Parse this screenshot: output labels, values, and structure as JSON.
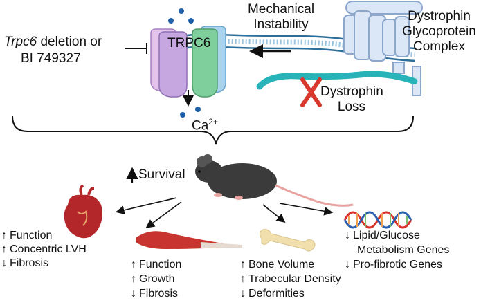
{
  "inhibitor": {
    "gene": "Trpc6",
    "line1_rest": " deletion or",
    "line2": "BI 749327"
  },
  "channel": {
    "label": "TRPC6"
  },
  "calcium": {
    "base": "Ca",
    "charge": "2+"
  },
  "mechanical": {
    "line1": "Mechanical",
    "line2": "Instability"
  },
  "dgc": {
    "line1": "Dystrophin",
    "line2": "Glycoprotein",
    "line3": "Complex"
  },
  "loss": {
    "line1": "Dystrophin",
    "line2": "Loss"
  },
  "survival": {
    "label": "Survival",
    "direction": "up"
  },
  "heart": {
    "items": [
      {
        "direction": "up",
        "text": "Function"
      },
      {
        "direction": "up",
        "text": "Concentric LVH"
      },
      {
        "direction": "down",
        "text": "Fibrosis"
      }
    ]
  },
  "muscle": {
    "items": [
      {
        "direction": "up",
        "text": "Function"
      },
      {
        "direction": "up",
        "text": "Growth"
      },
      {
        "direction": "down",
        "text": "Fibrosis"
      }
    ]
  },
  "bone": {
    "items": [
      {
        "direction": "up",
        "text": "Bone Volume"
      },
      {
        "direction": "up",
        "text": "Trabecular Density"
      },
      {
        "direction": "down",
        "text": "Deformities"
      }
    ]
  },
  "genes": {
    "items": [
      {
        "direction": "down",
        "text": "Lipid/Glucose",
        "cont": "Metabolism Genes"
      },
      {
        "direction": "down",
        "text": "Pro-fibrotic Genes"
      }
    ]
  },
  "colors": {
    "membrane": "#2c6f9a",
    "channel_purple": "#c7a7e0",
    "channel_green": "#7fcf9c",
    "channel_blue": "#a8d2ee",
    "dgc_fill": "#dbe7f7",
    "dgc_stroke": "#8ca6cc",
    "dystrophin_teal": "#27b3b8",
    "cross_red": "#d9382c",
    "calcium_blue": "#1f5fa8",
    "heart_red": "#b3262a",
    "muscle_red": "#c8342f",
    "bone": "#f1dfae",
    "dna_red": "#d6332b",
    "dna_blue": "#2a5fb0",
    "mouse": "#3b3b3b"
  }
}
